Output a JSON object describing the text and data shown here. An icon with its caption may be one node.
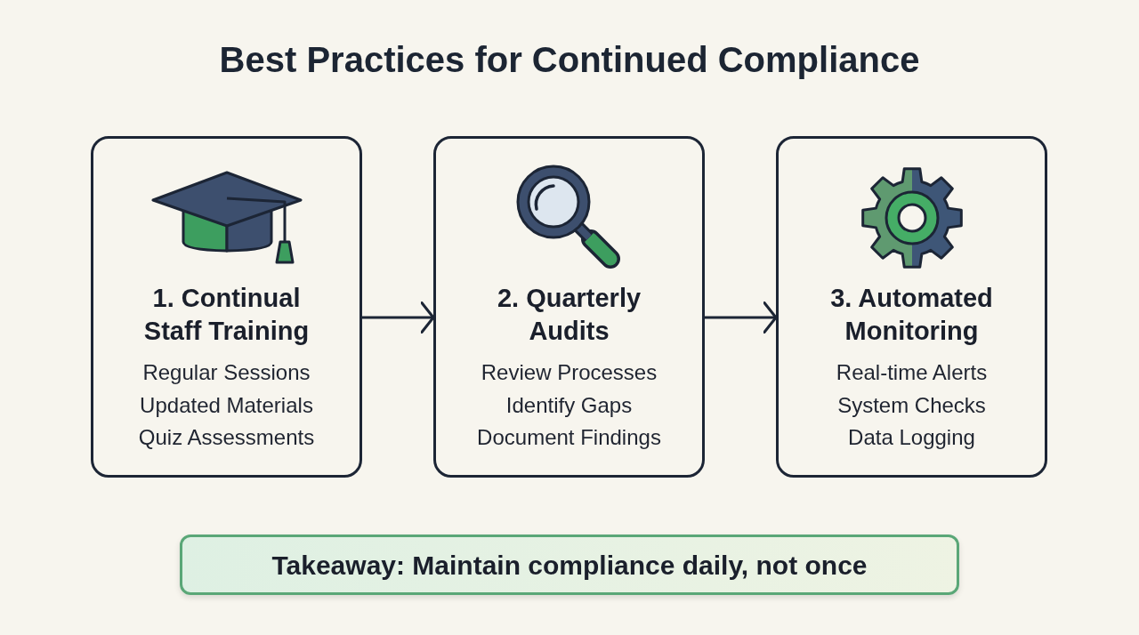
{
  "diagram": {
    "title": "Best Practices for Continued Compliance",
    "nodes": [
      {
        "text": [
          "1. Continual Staff Training",
          "Regular Sessions",
          "Updated Materials",
          "Quiz Assessments"
        ]
      },
      {
        "text": [
          "2. Quarterly Audits",
          "Review Processes",
          "Identify Gaps",
          "Document Findings"
        ]
      },
      {
        "text": [
          "3. Automated Monitoring",
          "Real-time Alerts",
          "System Checks",
          "Data Logging"
        ]
      },
      {
        "text": [
          "Takeaway: Maintain compliance daily, not once"
        ]
      }
    ],
    "edges": [
      {
        "from": 0,
        "to": 1,
        "arrow": "to"
      },
      {
        "from": 1,
        "to": 2,
        "arrow": "to"
      }
    ]
  }
}
